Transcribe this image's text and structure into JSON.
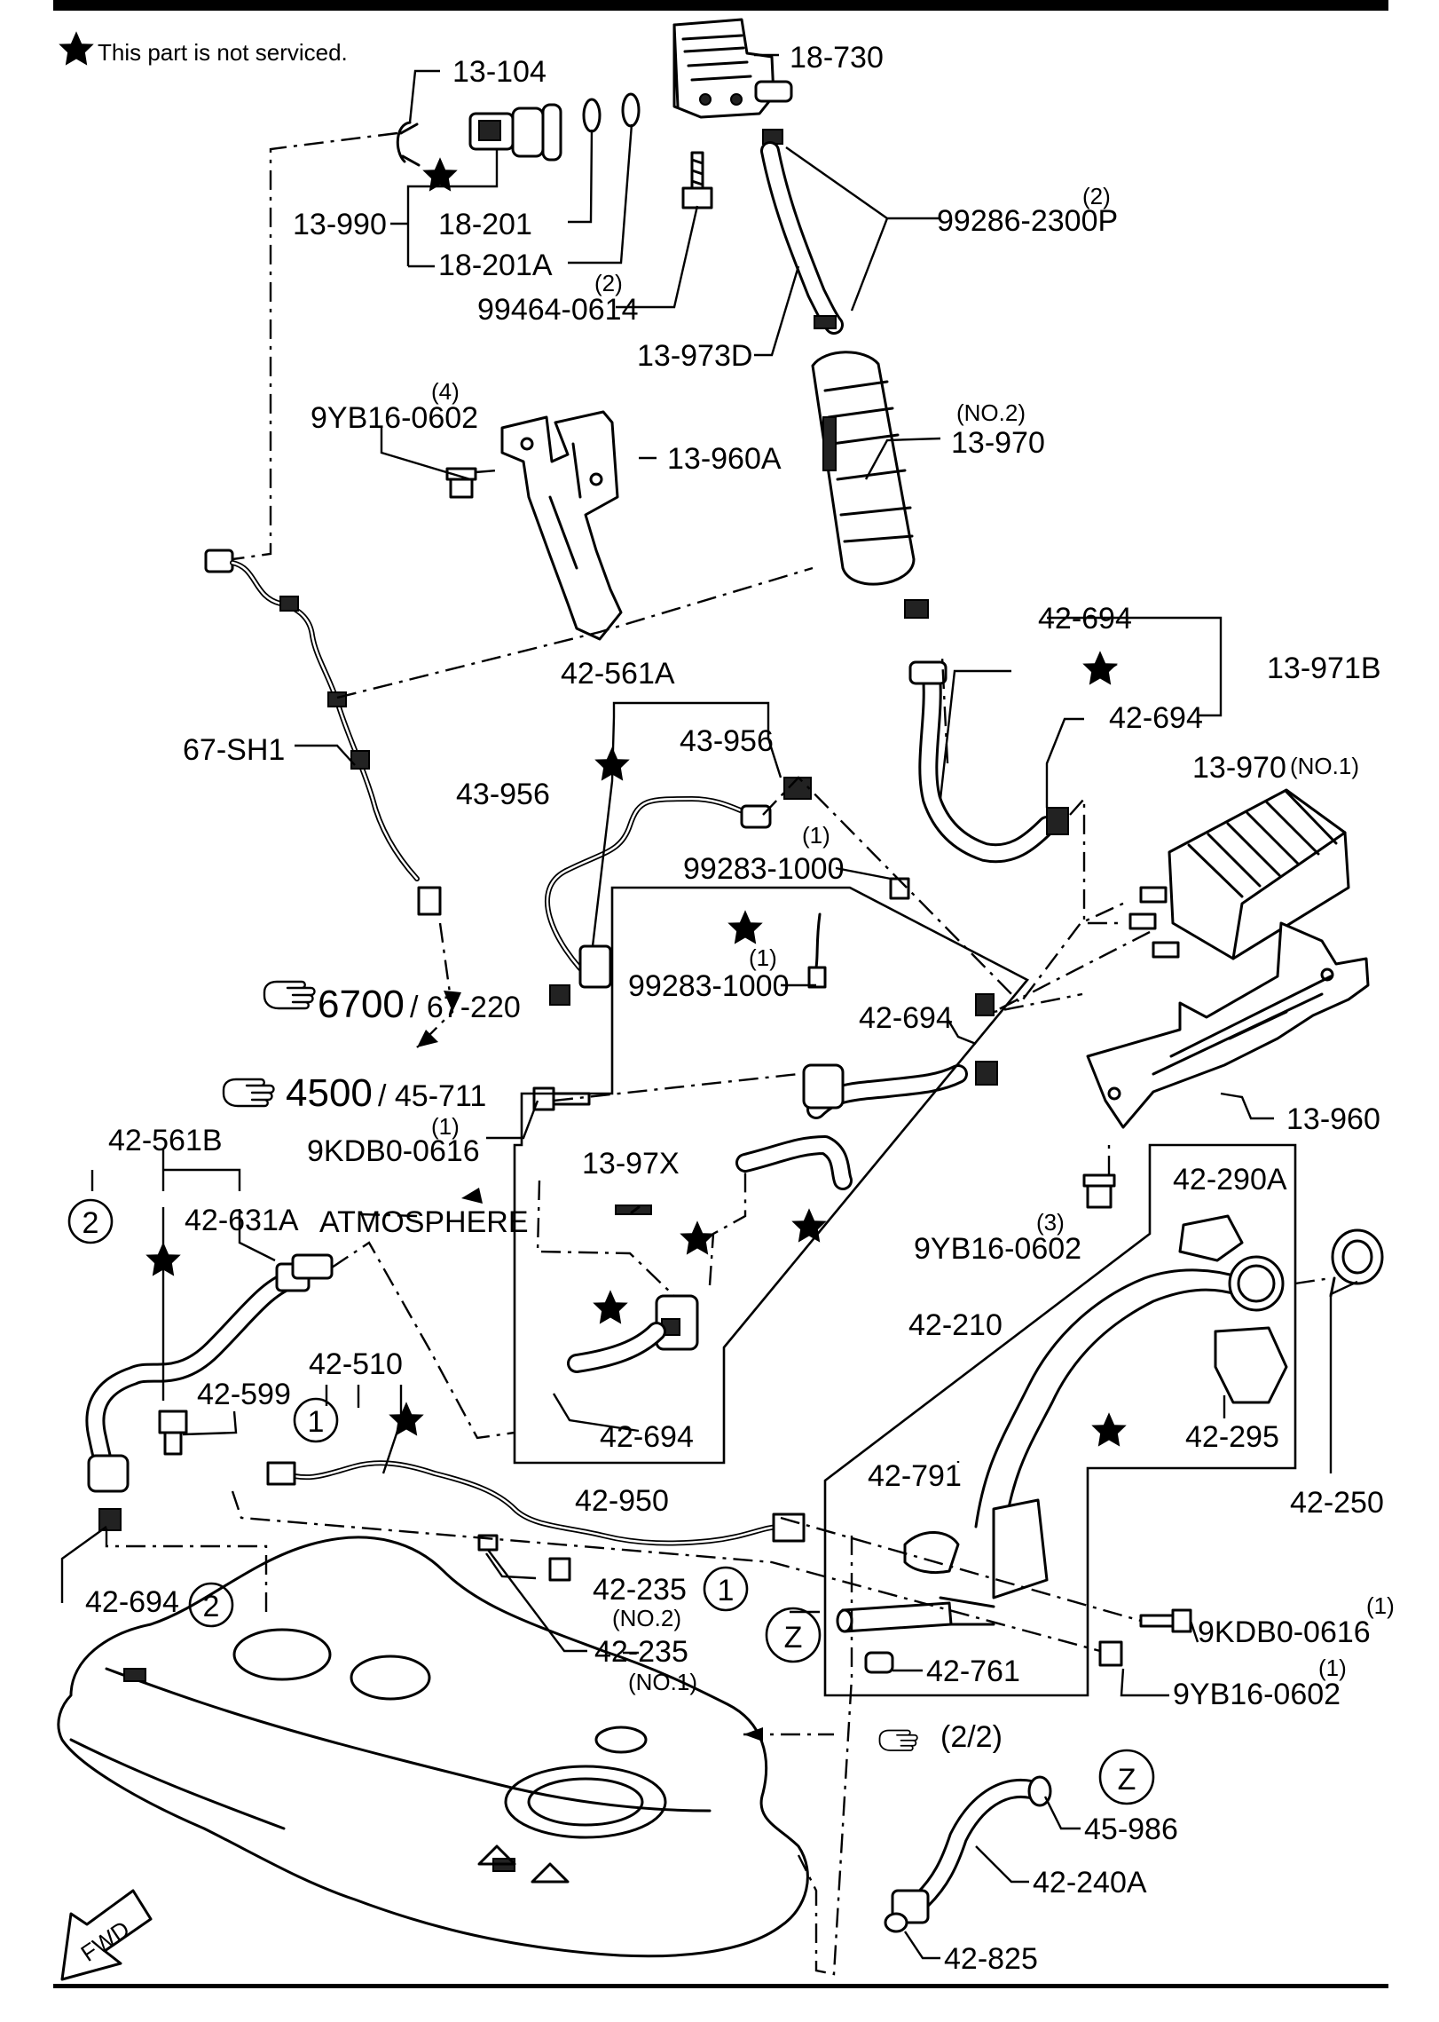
{
  "note": {
    "star": "★",
    "text": "This part is not serviced."
  },
  "labels": {
    "p13_104": "13-104",
    "p18_730": "18-730",
    "p13_990": "13-990",
    "p18_201": "18-201",
    "p18_201a": "18-201A",
    "p99286": "99286-2300P",
    "p99286_qty": "(2)",
    "p99464": "99464-0614",
    "p99464_qty": "(2)",
    "p13_973d": "13-973D",
    "p9yb_top": "9YB16-0602",
    "p9yb_top_qty": "(4)",
    "p13_960a": "13-960A",
    "p13_970_no2": "13-970",
    "p13_970_no2_sfx": "(NO.2)",
    "p42_694_a": "42-694",
    "p13_971b": "13-971B",
    "p42_694_b": "42-694",
    "p13_970_no1": "13-970",
    "p13_970_no1_sfx": "(NO.1)",
    "p42_561a": "42-561A",
    "p43_956_a": "43-956",
    "p43_956_b": "43-956",
    "p67_sh1": "67-SH1",
    "p99283_a": "99283-1000",
    "p99283_a_qty": "(1)",
    "p99283_b": "99283-1000",
    "p99283_b_qty": "(1)",
    "p42_694_c": "42-694",
    "ref6700_num": "6700",
    "ref6700_sfx": "/ 67-220",
    "ref4500_num": "4500",
    "ref4500_sfx": "/ 45-711",
    "p9kdb_top": "9KDB0-0616",
    "p9kdb_top_qty": "(1)",
    "p13_960": "13-960",
    "p42_561b": "42-561B",
    "p42_631a": "42-631A",
    "atmosphere": "ATMOSPHERE",
    "p13_97x": "13-97X",
    "p42_290a": "42-290A",
    "p9yb_mid": "9YB16-0602",
    "p9yb_mid_qty": "(3)",
    "p42_510": "42-510",
    "p42_599": "42-599",
    "p42_210": "42-210",
    "p42_694_d": "42-694",
    "p42_295": "42-295",
    "p42_950": "42-950",
    "p42_791": "42-791",
    "p42_250": "42-250",
    "p42_694_e": "42-694",
    "p42_235_no2": "42-235",
    "p42_235_no2_sfx": "(NO.2)",
    "p42_235_no1": "42-235",
    "p42_235_no1_sfx": "(NO.1)",
    "p9kdb_bot": "9KDB0-0616",
    "p9kdb_bot_qty": "(1)",
    "p42_761": "42-761",
    "p9yb_bot": "9YB16-0602",
    "p9yb_bot_qty": "(1)",
    "ref_page": "(2/2)",
    "p45_986": "45-986",
    "p42_240a": "42-240A",
    "p42_825": "42-825",
    "fwd": "FWD"
  },
  "callouts": {
    "one": "1",
    "two": "2",
    "z": "Z"
  },
  "icons": [
    "star-icon",
    "pointing-hand-icon",
    "fwd-arrow-icon"
  ]
}
